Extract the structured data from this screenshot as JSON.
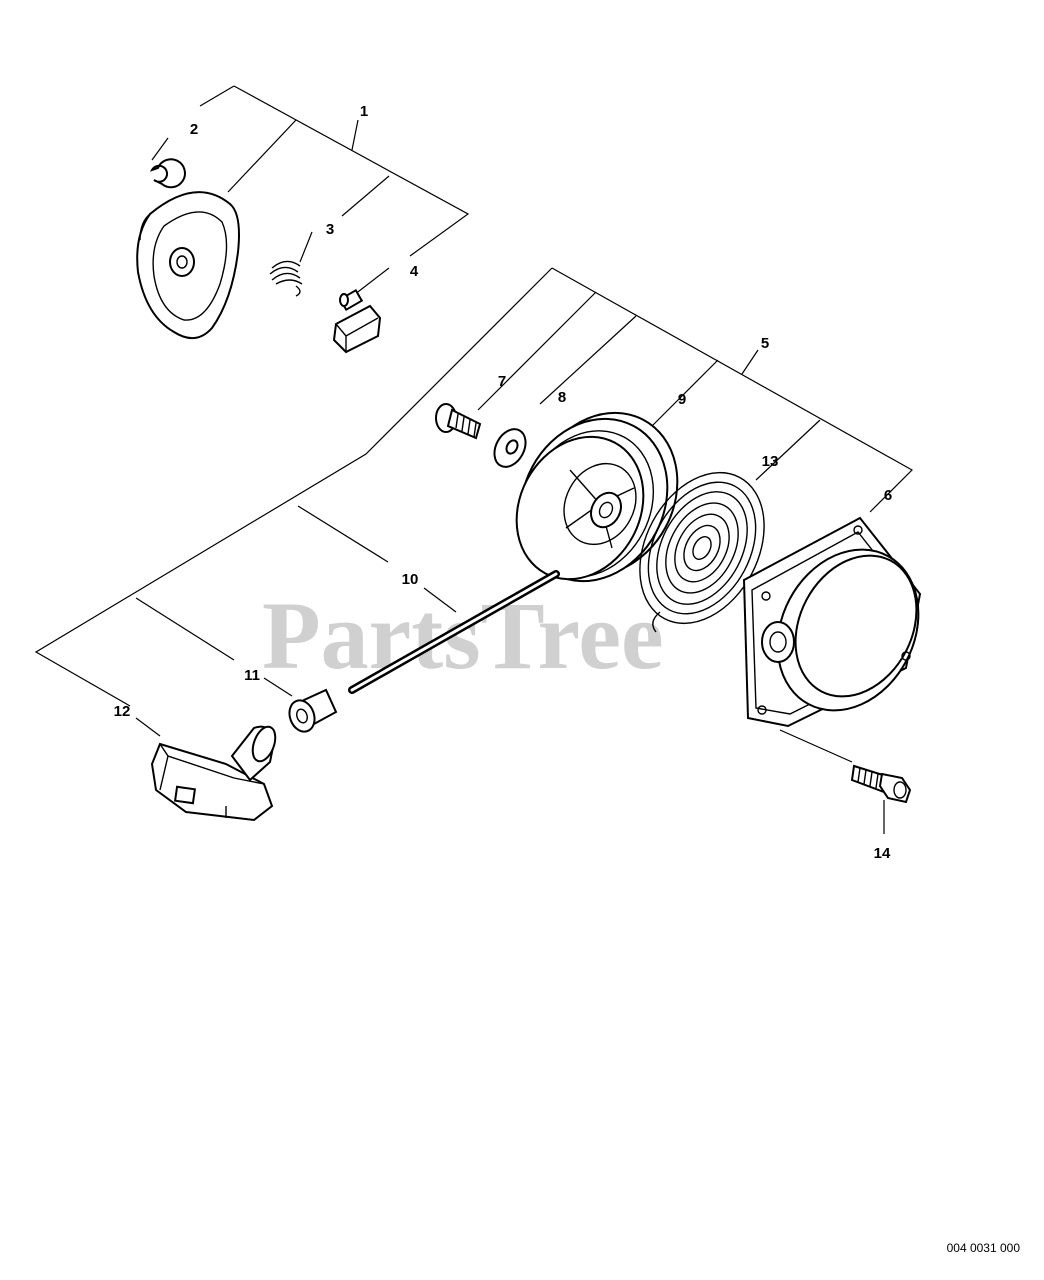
{
  "watermark": "PartsTree",
  "diagram_code": "004 0031 000",
  "callouts": {
    "c1": "1",
    "c2": "2",
    "c3": "3",
    "c4": "4",
    "c5": "5",
    "c6": "6",
    "c7": "7",
    "c8": "8",
    "c9": "9",
    "c10": "10",
    "c11": "11",
    "c12": "12",
    "c13": "13",
    "c14": "14"
  }
}
